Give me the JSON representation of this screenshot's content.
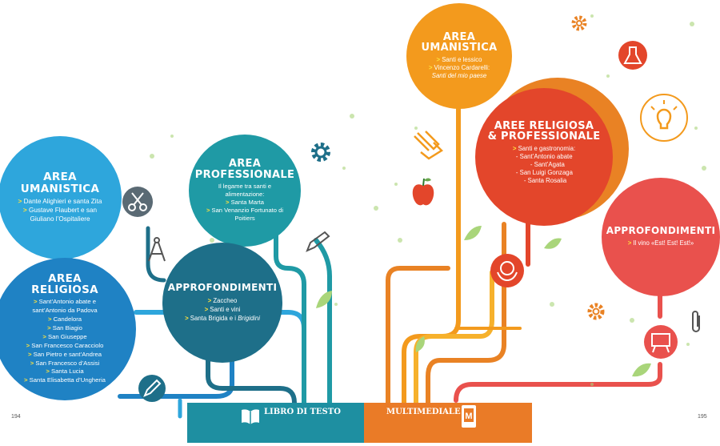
{
  "left": {
    "area_umanistica": {
      "title": [
        "AREA",
        "UMANISTICA"
      ],
      "items": [
        "Dante Alighieri e santa Zita",
        "Gustave Flaubert e san Giuliano l’Ospitaliere"
      ]
    },
    "area_religiosa": {
      "title": [
        "AREA",
        "RELIGIOSA"
      ],
      "items": [
        "Sant’Antonio abate e sant’Antonio da Padova",
        "Candelora",
        "San Biagio",
        "San Giuseppe",
        "San Francesco Caracciolo",
        "San Pietro e sant’Andrea",
        "San Francesco d’Assisi",
        "Santa Lucia",
        "Santa Elisabetta d’Ungheria"
      ]
    },
    "area_professionale": {
      "title": [
        "AREA",
        "PROFESSIONALE"
      ],
      "intro": "Il legame tra santi e alimentazione:",
      "items": [
        "Santa Marta",
        "San Venanzio Fortunato di Poitiers"
      ]
    },
    "approfondimenti": {
      "title": "APPROFONDIMENTI",
      "items": [
        "Zaccheo",
        "Santi e vini",
        "Santa Brigida e i",
        "Brigidini"
      ]
    }
  },
  "right": {
    "area_umanistica": {
      "title": [
        "AREA",
        "UMANISTICA"
      ],
      "items": [
        "Santi e lessico",
        "Vincenzo Cardarelli:",
        "Santi del mio paese"
      ]
    },
    "aree_religiosa_professionale": {
      "title": [
        "AREE RELIGIOSA",
        "& PROFESSIONALE"
      ],
      "items": [
        "Santi e gastronomia:",
        "- Sant’Antonio abate",
        "- Sant’Agata",
        "- San Luigi Gonzaga",
        "- Santa Rosalia"
      ]
    },
    "approfondimenti": {
      "title": "APPROFONDIMENTI",
      "items": [
        "Il vino «Est! Est! Est!»"
      ]
    }
  },
  "footer": {
    "libro_label": "LIBRO DI TESTO",
    "multimediale_label": "MULTIMEDIALE",
    "page_left": "194",
    "page_right": "195",
    "arrow": ">"
  },
  "colors": {
    "light_blue": "#2ea6dc",
    "mid_blue": "#1f82c4",
    "teal": "#1f9aa5",
    "dark_teal": "#1e6f89",
    "orange": "#f39a1d",
    "dark_orange": "#e98224",
    "red_orange": "#e3462b",
    "coral": "#e9514d",
    "footer_teal": "#1e8fa1",
    "footer_orange": "#ea7b27",
    "arrow_yellow": "#ffe23c"
  },
  "icons": [
    "scissors-icon",
    "compass-icon",
    "pencil-icon",
    "gear-icon",
    "leaf-icon",
    "book-icon",
    "hand-pointer-icon",
    "apple-icon",
    "flask-icon",
    "lightbulb-icon",
    "globe-hands-icon",
    "easel-icon",
    "paperclip-icon",
    "mobile-icon"
  ]
}
